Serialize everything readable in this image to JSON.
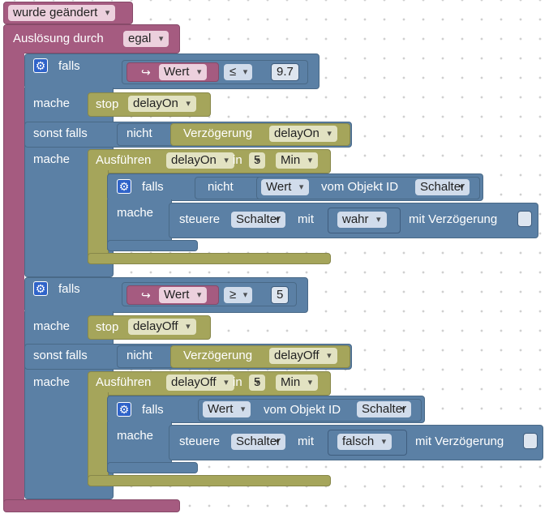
{
  "event": {
    "trigger_dropdown": "wurde geändert",
    "trigger_label": "Auslösung durch",
    "trigger_value": "egal"
  },
  "block1": {
    "if_label": "falls",
    "value_var": "Wert",
    "operator": "≤",
    "threshold": "9.7",
    "do_label": "mache",
    "stop_label": "stop",
    "stop_timer": "delayOn",
    "elseif_label": "sonst falls",
    "not_label": "nicht",
    "delay_label": "Verzögerung",
    "delay_timer": "delayOn",
    "do2_label": "mache",
    "run_label": "Ausführen",
    "run_timer": "delayOn",
    "in_label": "in",
    "amount": "5",
    "unit": "Min",
    "inner_if": "falls",
    "inner_not": "nicht",
    "inner_value": "Wert",
    "of_object": "vom Objekt ID",
    "object_id": "Schalter",
    "inner_do": "mache",
    "control_label": "steuere",
    "control_target": "Schalter",
    "with_label": "mit",
    "control_value": "wahr",
    "delay_opt_label": "mit Verzögerung"
  },
  "block2": {
    "if_label": "falls",
    "value_var": "Wert",
    "operator": "≥",
    "threshold": "5",
    "do_label": "mache",
    "stop_label": "stop",
    "stop_timer": "delayOff",
    "elseif_label": "sonst falls",
    "not_label": "nicht",
    "delay_label": "Verzögerung",
    "delay_timer": "delayOff",
    "do2_label": "mache",
    "run_label": "Ausführen",
    "run_timer": "delayOff",
    "in_label": "in",
    "amount": "5",
    "unit": "Min",
    "inner_if": "falls",
    "inner_value": "Wert",
    "of_object": "vom Objekt ID",
    "object_id": "Schalter",
    "inner_do": "mache",
    "control_label": "steuere",
    "control_target": "Schalter",
    "with_label": "mit",
    "control_value": "falsch",
    "delay_opt_label": "mit Verzögerung"
  },
  "colors": {
    "event_block": "#a55b80",
    "control_block": "#5b80a5",
    "timer_block": "#a5a55b",
    "gear_icon": "#2f63c9"
  },
  "icons": {
    "mutator": "gear-icon",
    "variable": "arrow-hook-icon",
    "dropdown": "chevron-down-icon"
  }
}
